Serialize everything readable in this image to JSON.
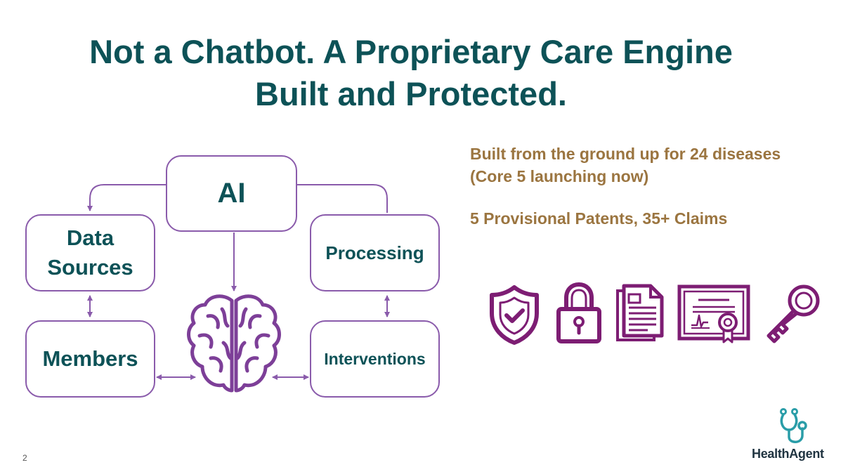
{
  "slide": {
    "title_line1": "Not a Chatbot. A Proprietary Care Engine",
    "title_line2": "Built and Protected.",
    "page_number": "2"
  },
  "diagram": {
    "ai": "AI",
    "data_sources_line1": "Data",
    "data_sources_line2": "Sources",
    "processing": "Processing",
    "members": "Members",
    "interventions": "Interventions"
  },
  "info": {
    "line1": "Built from the ground up for 24 diseases",
    "line2": "(Core 5 launching now)",
    "patents": "5 Provisional Patents, 35+ Claims"
  },
  "icons": [
    "shield-check-icon",
    "padlock-icon",
    "document-icon",
    "certificate-icon",
    "key-icon"
  ],
  "brand": {
    "name": "HealthAgent",
    "logo_icon": "stethoscope-icon"
  },
  "colors": {
    "title": "#0d5257",
    "accent_text": "#9b7540",
    "diagram_stroke": "#8a5bab",
    "icon_purple": "#7d1d73",
    "logo_teal": "#2a9da8"
  }
}
